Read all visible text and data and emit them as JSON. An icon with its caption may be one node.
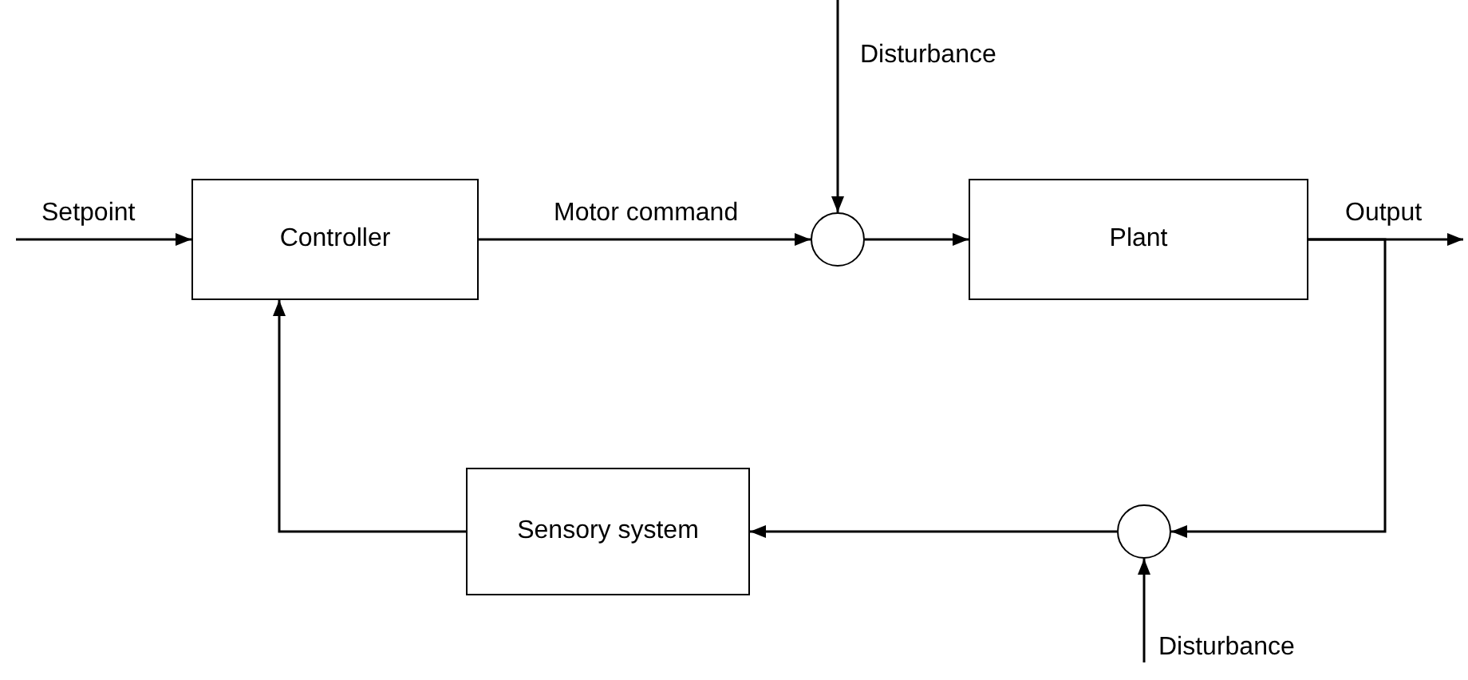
{
  "diagram": {
    "nodes": [
      {
        "text": [
          "Controller"
        ]
      },
      {
        "text": [],
        "shape": "circle"
      },
      {
        "text": [
          "Plant"
        ]
      },
      {
        "text": [
          "Sensory system"
        ]
      },
      {
        "text": [],
        "shape": "circle"
      }
    ],
    "edges": [
      {
        "from": null,
        "to": 0,
        "arrow": "to",
        "label": "Setpoint"
      },
      {
        "from": 0,
        "to": 1,
        "arrow": "to",
        "label": "Motor command"
      },
      {
        "from": null,
        "to": 1,
        "arrow": "to",
        "label": "Disturbance"
      },
      {
        "from": 1,
        "to": 2,
        "arrow": "to"
      },
      {
        "from": 2,
        "to": null,
        "arrow": "to",
        "label": "Output"
      },
      {
        "from": 2,
        "to": 4,
        "arrow": "to"
      },
      {
        "from": 4,
        "to": 3,
        "arrow": "to"
      },
      {
        "from": 3,
        "to": 0,
        "arrow": "to"
      },
      {
        "from": null,
        "to": 4,
        "arrow": "to",
        "label": "Disturbance"
      }
    ]
  }
}
